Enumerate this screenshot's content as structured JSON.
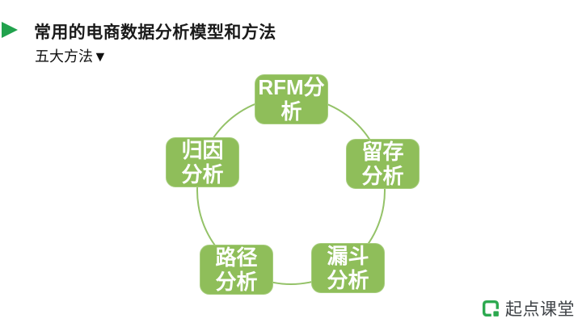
{
  "slide": {
    "title": "常用的电商数据分析模型和方法",
    "subtitle": "五大方法▼"
  },
  "diagram": {
    "type": "cycle",
    "nodes": [
      {
        "id": "rfm",
        "position": "top",
        "label": "RFM分析",
        "line1": "RFM分",
        "line2": "析"
      },
      {
        "id": "retention",
        "position": "right",
        "label": "留存分析",
        "line1": "留存",
        "line2": "分析"
      },
      {
        "id": "funnel",
        "position": "bottom-right",
        "label": "漏斗分析",
        "line1": "漏斗",
        "line2": "分析"
      },
      {
        "id": "path",
        "position": "bottom-left",
        "label": "路径分析",
        "line1": "路径",
        "line2": "分析"
      },
      {
        "id": "attribution",
        "position": "left",
        "label": "归因分析",
        "line1": "归因",
        "line2": "分析"
      }
    ]
  },
  "logo": {
    "text": "起点课堂"
  },
  "colors": {
    "accent_green": "#21a24d",
    "node_fill_green": "#8fbe5a",
    "node_border_green": "#a6cd7d",
    "circle_stroke_green": "#94c268",
    "node_text": "#ffffff",
    "title_text": "#1a1a1a",
    "logo_green": "#2ca94f",
    "logo_text": "#3f4347",
    "background": "#ffffff"
  }
}
